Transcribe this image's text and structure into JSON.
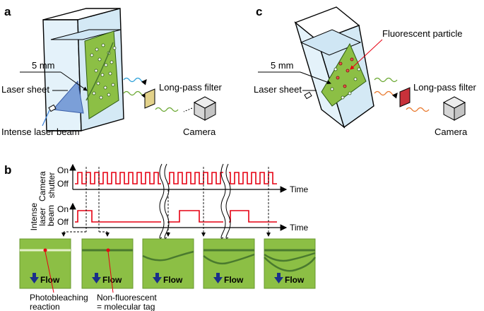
{
  "panels": {
    "a": {
      "letter": "a",
      "scale_label": "5 mm",
      "laser_sheet_label": "Laser sheet",
      "beam_label": "Intense laser beam",
      "filter_label": "Long-pass filter",
      "camera_label": "Camera"
    },
    "c": {
      "letter": "c",
      "particle_label": "Fluorescent particle",
      "scale_label": "5 mm",
      "laser_sheet_label": "Laser sheet",
      "filter_label": "Long-pass filter",
      "camera_label": "Camera"
    },
    "b": {
      "letter": "b",
      "shutter_axis_label": [
        "Camera",
        "shutter"
      ],
      "beam_axis_label": [
        "Intense",
        "laser",
        "beam"
      ],
      "on_label": "On",
      "off_label": "Off",
      "time_label": "Time",
      "flow_label": "Flow",
      "annotation_photobleach": [
        "Photobleaching",
        "reaction"
      ],
      "annotation_tag": [
        "Non-fluorescent",
        "= molecular tag"
      ]
    }
  },
  "colors": {
    "green_sheet": "#8cbf45",
    "dark_green_line": "#4a7a2e",
    "blue_sheet": "#7b9fd8",
    "water": "#d9ecf7",
    "red_signal": "#e60012",
    "filter_yellow": "#e3d28a",
    "filter_red": "#c8313a",
    "flow_arrow": "#1a2f8a"
  }
}
